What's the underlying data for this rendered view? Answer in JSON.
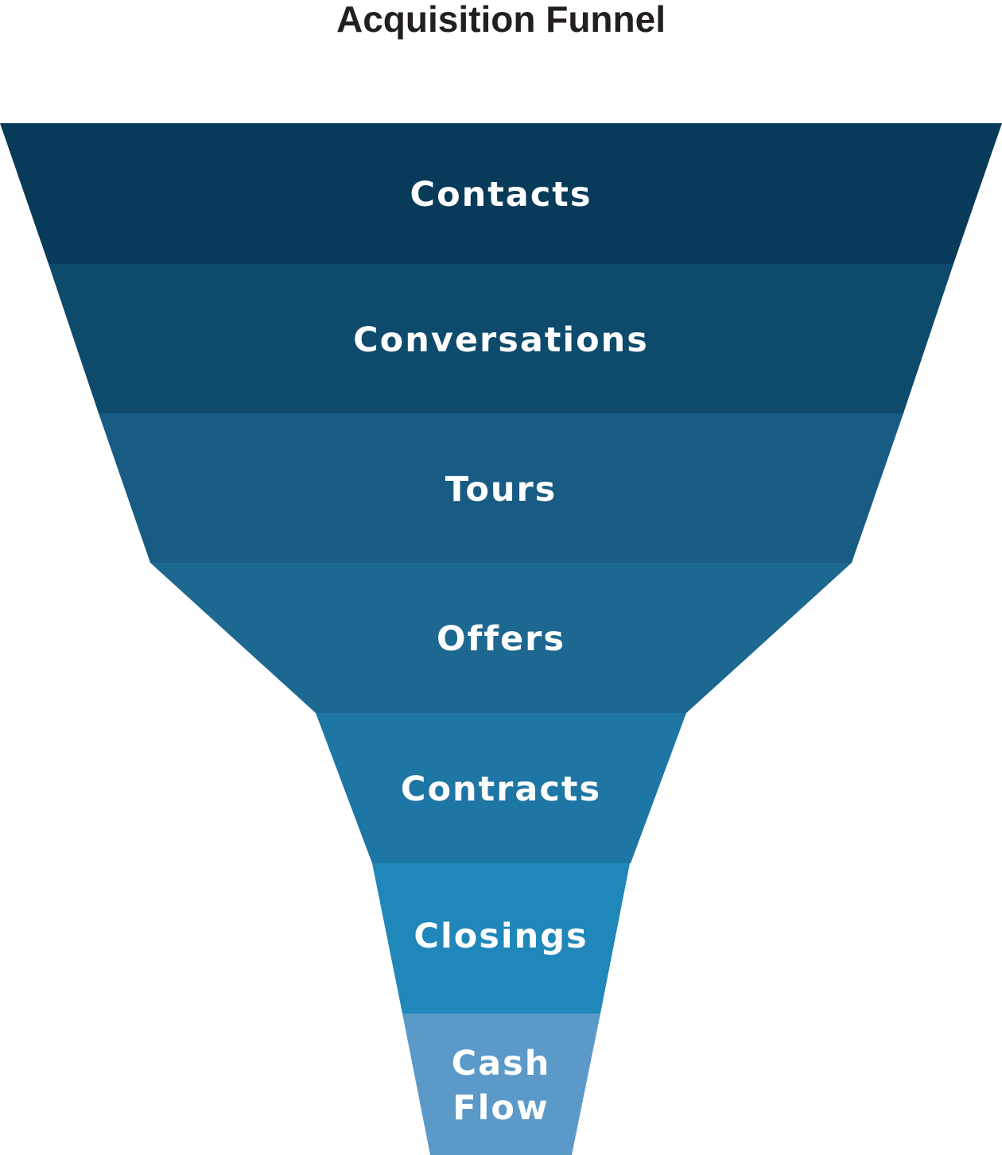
{
  "title": "Acquisition Funnel",
  "stages": [
    {
      "lines": [
        "Contacts"
      ],
      "color": "#083b5a"
    },
    {
      "lines": [
        "Conversations"
      ],
      "color": "#0d4a6c"
    },
    {
      "lines": [
        "Tours"
      ],
      "color": "#195c83"
    },
    {
      "lines": [
        "Offers"
      ],
      "color": "#1d6891"
    },
    {
      "lines": [
        "Contracts"
      ],
      "color": "#1d76a4"
    },
    {
      "lines": [
        "Closings"
      ],
      "color": "#1f87ba"
    },
    {
      "lines": [
        "Cash",
        "Flow"
      ],
      "color": "#5b99c8"
    }
  ]
}
